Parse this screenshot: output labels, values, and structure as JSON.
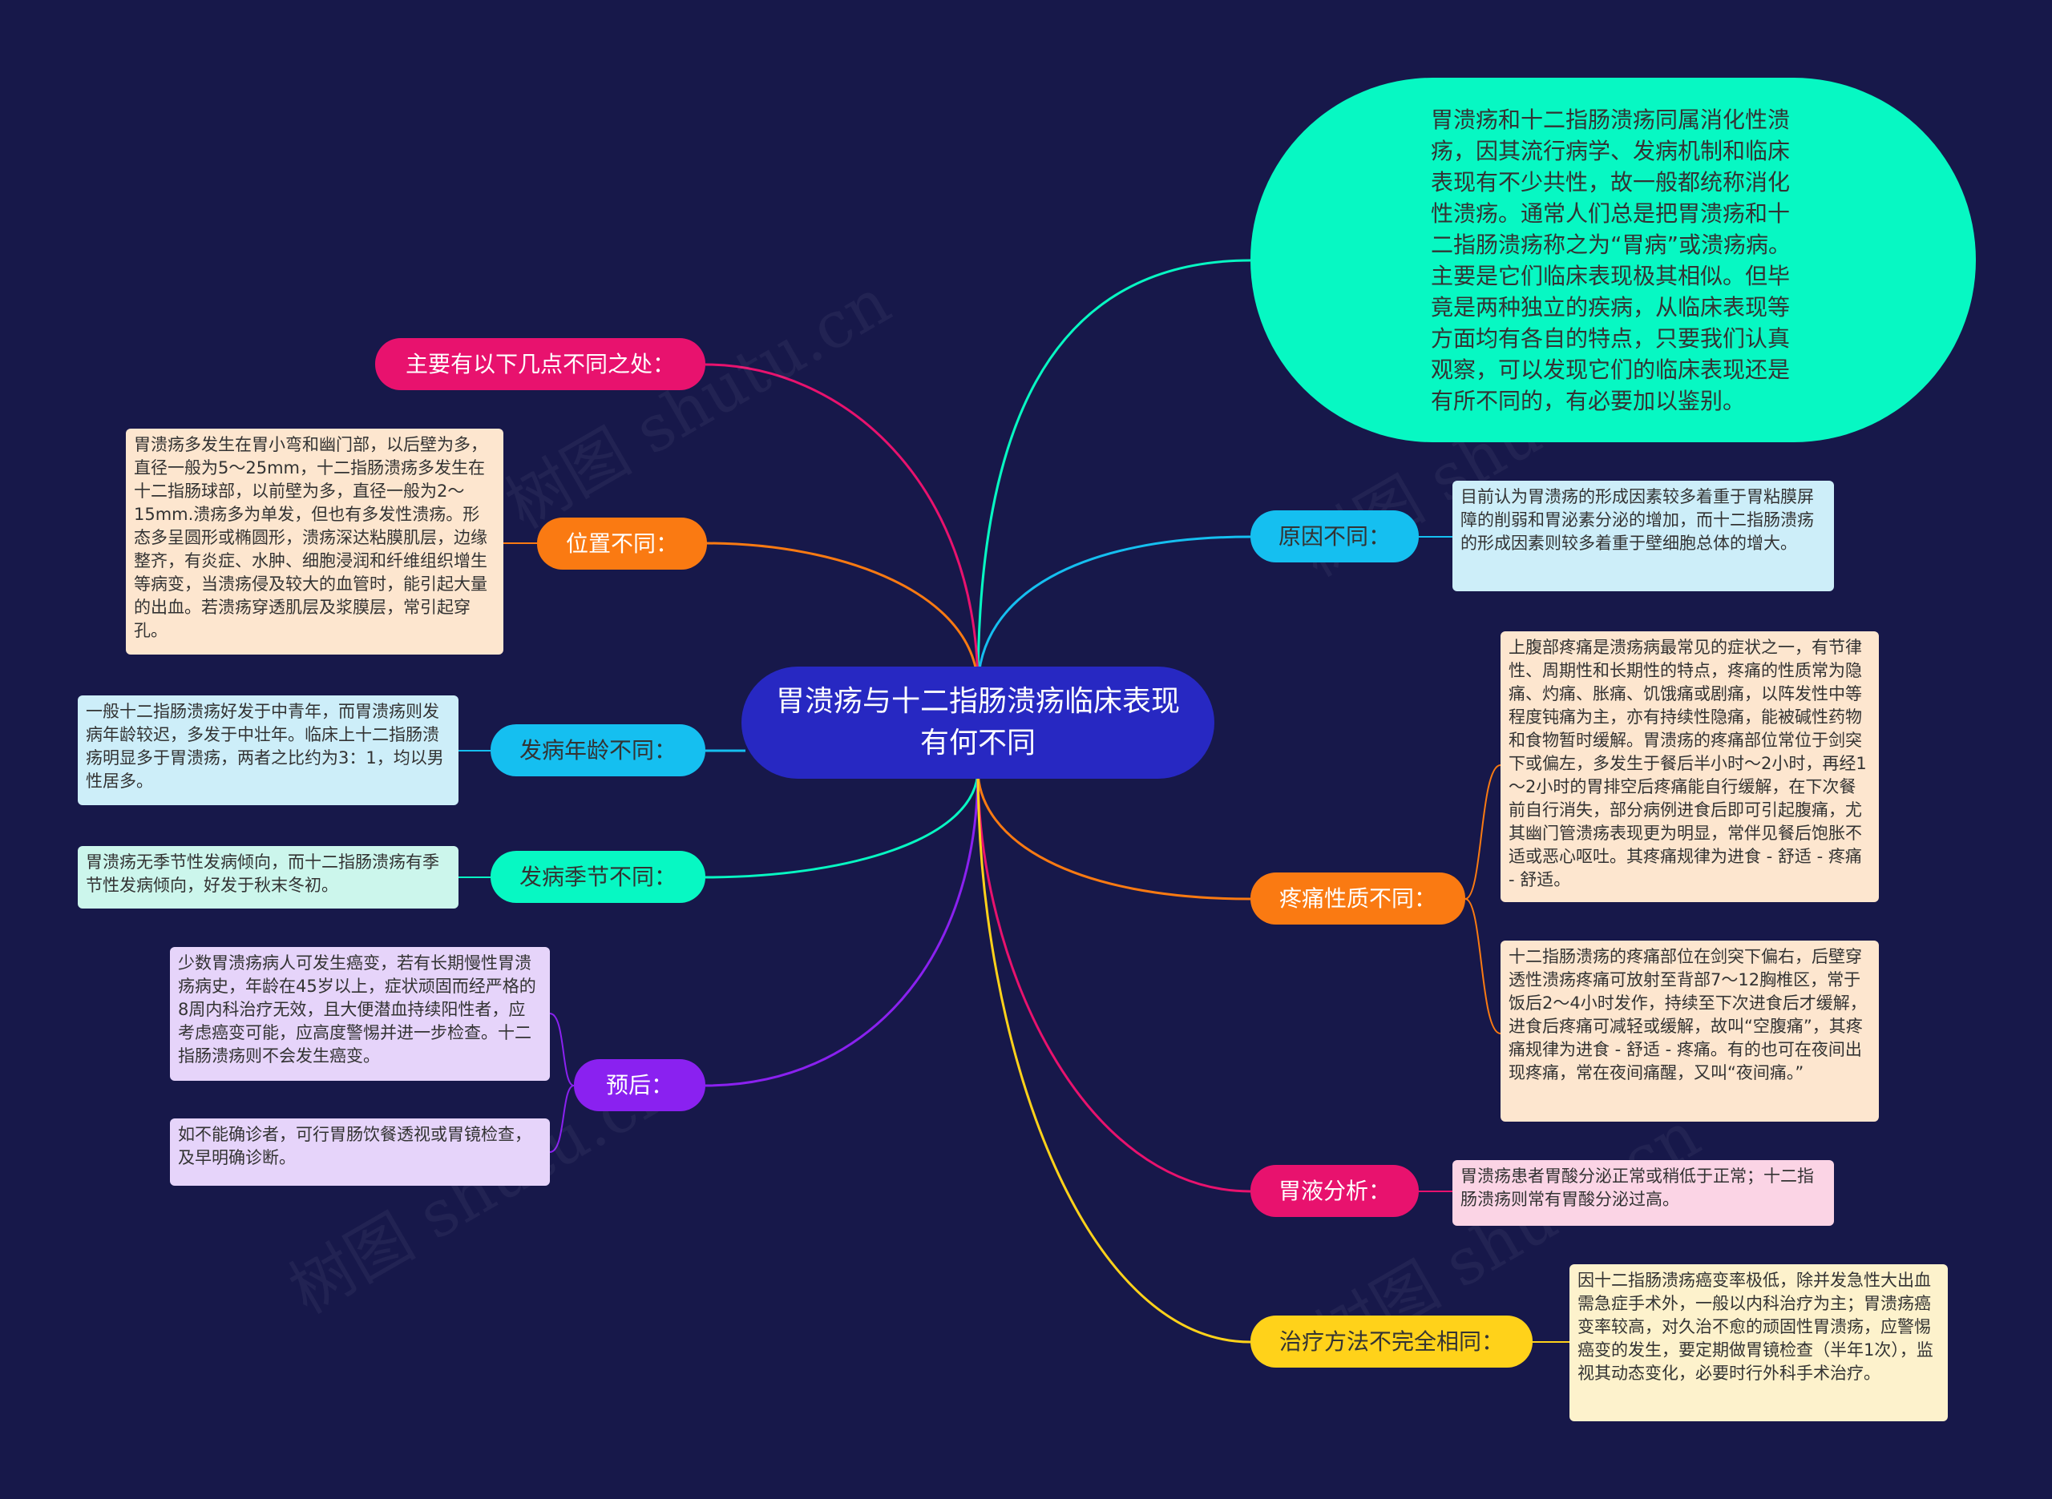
{
  "center": "胃溃疡与十二指肠溃疡临床表现有何不同",
  "intro": "胃溃疡和十二指肠溃疡同属消化性溃疡，因其流行病学、发病机制和临床表现有不少共性，故一般都统称消化性溃疡。通常人们总是把胃溃疡和十二指肠溃疡称之为“胃病”或溃疡病。主要是它们临床表现极其相似。但毕竟是两种独立的疾病，从临床表现等方面均有各自的特点，只要我们认真观察，可以发现它们的临床表现还是有所不同的，有必要加以鉴别。",
  "left": {
    "main_diff": "主要有以下几点不同之处：",
    "location": {
      "label": "位置不同：",
      "note": "胃溃疡多发生在胃小弯和幽门部，以后壁为多，直径一般为5～25mm，十二指肠溃疡多发生在十二指肠球部，以前壁为多，直径一般为2～15mm.溃疡多为单发，但也有多发性溃疡。形态多呈圆形或椭圆形，溃疡深达粘膜肌层，边缘整齐，有炎症、水肿、细胞浸润和纤维组织增生等病变，当溃疡侵及较大的血管时，能引起大量的出血。若溃疡穿透肌层及浆膜层，常引起穿孔。"
    },
    "age": {
      "label": "发病年龄不同：",
      "note": "一般十二指肠溃疡好发于中青年，而胃溃疡则发病年龄较迟，多发于中壮年。临床上十二指肠溃疡明显多于胃溃疡，两者之比约为3：1，均以男性居多。"
    },
    "season": {
      "label": "发病季节不同：",
      "note": "胃溃疡无季节性发病倾向，而十二指肠溃疡有季节性发病倾向，好发于秋末冬初。"
    },
    "prognosis": {
      "label": "预后：",
      "note1": "少数胃溃疡病人可发生癌变，若有长期慢性胃溃疡病史，年龄在45岁以上，症状顽固而经严格的8周内科治疗无效，且大便潜血持续阳性者，应考虑癌变可能，应高度警惕并进一步检查。十二指肠溃疡则不会发生癌变。",
      "note2": "如不能确诊者，可行胃肠饮餐透视或胃镜检查，及早明确诊断。"
    }
  },
  "right": {
    "cause": {
      "label": "原因不同：",
      "note": "目前认为胃溃疡的形成因素较多着重于胃粘膜屏障的削弱和胃泌素分泌的增加，而十二指肠溃疡的形成因素则较多着重于壁细胞总体的增大。"
    },
    "pain": {
      "label": "疼痛性质不同：",
      "note1": "上腹部疼痛是溃疡病最常见的症状之一，有节律性、周期性和长期性的特点，疼痛的性质常为隐痛、灼痛、胀痛、饥饿痛或剧痛，以阵发性中等程度钝痛为主，亦有持续性隐痛，能被碱性药物和食物暂时缓解。胃溃疡的疼痛部位常位于剑突下或偏左，多发生于餐后半小时～2小时，再经1～2小时的胃排空后疼痛能自行缓解，在下次餐前自行消失，部分病例进食后即可引起腹痛，尤其幽门管溃疡表现更为明显，常伴见餐后饱胀不适或恶心呕吐。其疼痛规律为进食 - 舒适 - 疼痛 - 舒适。",
      "note2": "十二指肠溃疡的疼痛部位在剑突下偏右，后壁穿透性溃疡疼痛可放射至背部7～12胸椎区，常于饭后2～4小时发作，持续至下次进食后才缓解，进食后疼痛可减轻或缓解，故叫“空腹痛”，其疼痛规律为进食 - 舒适 - 疼痛。有的也可在夜间出现疼痛，常在夜间痛醒，又叫“夜间痛。”"
    },
    "acid": {
      "label": "胃液分析：",
      "note": "胃溃疡患者胃酸分泌正常或稍低于正常；十二指肠溃疡则常有胃酸分泌过高。"
    },
    "treatment": {
      "label": "治疗方法不完全相同：",
      "note": "因十二指肠溃疡癌变率极低，除并发急性大出血需急症手术外，一般以内科治疗为主；胃溃疡癌变率较高，对久治不愈的顽固性胃溃疡，应警惕癌变的发生，要定期做胃镜检查（半年1次），监视其动态变化，必要时行外科手术治疗。"
    }
  },
  "colors": {
    "background": "#17184a",
    "center": "#2728c2",
    "intro": "#07f8c3",
    "main_diff": "#e8126e",
    "location": "#fa7a12",
    "age": "#15bff0",
    "season": "#07f8c3",
    "prognosis": "#8a21f0",
    "cause": "#15bff0",
    "pain": "#fa7a12",
    "acid": "#e8126e",
    "treatment": "#ffd21a"
  },
  "watermark": "树图 shutu.cn"
}
